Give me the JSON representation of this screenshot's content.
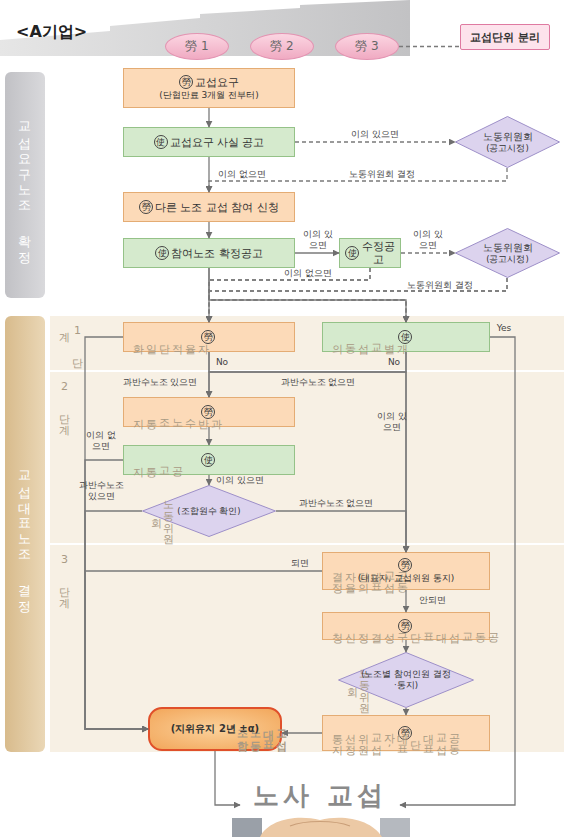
{
  "diagram": {
    "title": "<A기업>",
    "nodes": [
      {
        "text": [
          "勞 1"
        ]
      },
      {
        "text": [
          "勞 2"
        ]
      },
      {
        "text": [
          "勞 3"
        ]
      },
      {
        "text": [
          "교섭단위 분리"
        ]
      },
      {
        "text": [
          "교섭요구노조 확정"
        ]
      },
      {
        "text": [
          "勞",
          "교섭요구",
          "(단협만료 3개월 전부터)"
        ]
      },
      {
        "text": [
          "使",
          "교섭요구 사실 공고"
        ]
      },
      {
        "text": [
          "노동위원회",
          "(공고시정)"
        ]
      },
      {
        "text": [
          "勞",
          "다른 노조 교섭 참여 신청"
        ]
      },
      {
        "text": [
          "使",
          "참여노조 확정공고"
        ]
      },
      {
        "text": [
          "使",
          "수정공고"
        ]
      },
      {
        "text": [
          "노동위원회",
          "(공고시정)"
        ]
      },
      {
        "text": [
          "교섭대표노조 결정"
        ]
      },
      {
        "text": [
          "1 단계"
        ]
      },
      {
        "text": [
          "勞",
          "자율적 단일화"
        ],
        "in": 13
      },
      {
        "text": [
          "使",
          "개별교섭 동의"
        ],
        "in": 13
      },
      {
        "text": [
          "2 단계"
        ]
      },
      {
        "text": [
          "勞",
          "과반수 노조 통지"
        ],
        "in": 16
      },
      {
        "text": [
          "使",
          "공고통지"
        ],
        "in": 16
      },
      {
        "text": [
          "노동위원회",
          "(조합원수 확인)"
        ],
        "in": 16
      },
      {
        "text": [
          "3 단계"
        ]
      },
      {
        "text": [
          "勞",
          "공동교섭대표단의 자율 결정",
          "(대표자, 교섭위원 통지)"
        ],
        "in": 20
      },
      {
        "text": [
          "勞",
          "공동교섭대표단 구성 결정 신청"
        ],
        "in": 20
      },
      {
        "text": [
          "노동위원회",
          "(노조별 참여인원 결정·통지)"
        ],
        "in": 20
      },
      {
        "text": [
          "교섭대표노동조합",
          "(지위유지 2년 ±α)"
        ],
        "in": 20
      },
      {
        "text": [
          "勞",
          "공동교섭대표단 대표자, 교섭위원 선정 통지"
        ],
        "in": 20
      },
      {
        "text": [
          "노사 교섭"
        ]
      }
    ],
    "edges": [
      {
        "from": 2,
        "to": 3,
        "arrow": "none"
      },
      {
        "from": 5,
        "to": 6,
        "arrow": "to"
      },
      {
        "from": 6,
        "to": 7,
        "arrow": "to",
        "label": "이의 있으면"
      },
      {
        "from": 7,
        "to": 8,
        "arrow": "to",
        "label": "노동위원회 결정"
      },
      {
        "from": 6,
        "to": 8,
        "arrow": "to",
        "label": "이의 없으면"
      },
      {
        "from": 8,
        "to": 9,
        "arrow": "to"
      },
      {
        "from": 9,
        "to": 10,
        "arrow": "to",
        "label": "이의 있으면"
      },
      {
        "from": 10,
        "to": 11,
        "arrow": "to",
        "label": "이의 있으면"
      },
      {
        "from": 9,
        "to": 14,
        "arrow": "to"
      },
      {
        "from": 9,
        "to": 15,
        "arrow": "to"
      },
      {
        "from": 10,
        "to": 14,
        "arrow": "to",
        "label": "이의 없으면"
      },
      {
        "from": 10,
        "to": 15,
        "arrow": "to"
      },
      {
        "from": 11,
        "to": 14,
        "arrow": "to",
        "label": "노동위원회 결정"
      },
      {
        "from": 11,
        "to": 15,
        "arrow": "to"
      },
      {
        "from": 14,
        "to": 24,
        "arrow": "to"
      },
      {
        "from": 14,
        "to": 17,
        "arrow": "to",
        "label": "No"
      },
      {
        "from": 14,
        "to": 21,
        "arrow": "to",
        "label": "과반수노조 없으면"
      },
      {
        "from": 15,
        "to": 17,
        "arrow": "to",
        "label": "과반수노조 있으면"
      },
      {
        "from": 15,
        "to": 21,
        "arrow": "to",
        "label": "No"
      },
      {
        "from": 15,
        "to": 26,
        "arrow": "to",
        "label": "Yes"
      },
      {
        "from": 17,
        "to": 18,
        "arrow": "to"
      },
      {
        "from": 18,
        "to": 24,
        "arrow": "to",
        "label": "이의 없으면"
      },
      {
        "from": 18,
        "to": 19,
        "arrow": "to",
        "label": "이의 있으면"
      },
      {
        "from": 19,
        "to": 24,
        "arrow": "to",
        "label": "과반수노조 있으면"
      },
      {
        "from": 19,
        "to": 21,
        "arrow": "to",
        "label": "과반수노조 없으면"
      },
      {
        "from": 21,
        "to": 24,
        "arrow": "to",
        "label": "되면"
      },
      {
        "from": 21,
        "to": 22,
        "arrow": "to",
        "label": "안되면"
      },
      {
        "from": 22,
        "to": 23,
        "arrow": "to"
      },
      {
        "from": 23,
        "to": 25,
        "arrow": "to"
      },
      {
        "from": 25,
        "to": 24,
        "arrow": "to"
      },
      {
        "from": 24,
        "to": 26,
        "arrow": "to"
      }
    ],
    "labels": [
      "이의 있으면"
    ]
  }
}
